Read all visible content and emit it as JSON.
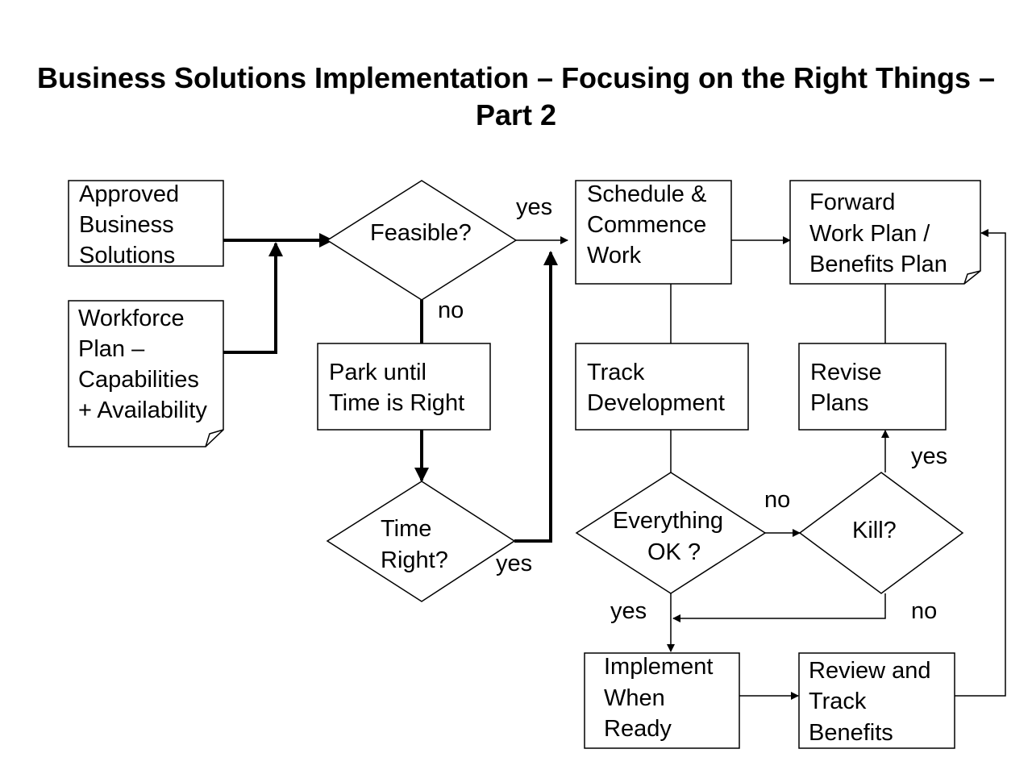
{
  "title": "Business Solutions Implementation – Focusing on the Right Things – Part 2",
  "nodes": {
    "approved": [
      "Approved",
      "Business",
      "Solutions"
    ],
    "workforce": [
      "Workforce",
      "Plan –",
      "Capabilities",
      "+ Availability"
    ],
    "feasible": [
      "Feasible?"
    ],
    "park": [
      "Park until",
      "Time is Right"
    ],
    "time_right": [
      "Time",
      "Right?"
    ],
    "schedule": [
      "Schedule &",
      "Commence",
      "Work"
    ],
    "forward": [
      "Forward",
      "Work Plan /",
      "Benefits Plan"
    ],
    "track": [
      "Track",
      "Development"
    ],
    "revise": [
      "Revise",
      "Plans"
    ],
    "everything_ok": [
      "Everything",
      "OK ?"
    ],
    "kill": [
      "Kill?"
    ],
    "implement": [
      "Implement",
      "When",
      "Ready"
    ],
    "review": [
      "Review and",
      "Track",
      "Benefits"
    ]
  },
  "edge_labels": {
    "feasible_yes": "yes",
    "feasible_no": "no",
    "time_right_yes": "yes",
    "everything_no": "no",
    "everything_yes": "yes",
    "kill_yes": "yes",
    "kill_no": "no"
  }
}
